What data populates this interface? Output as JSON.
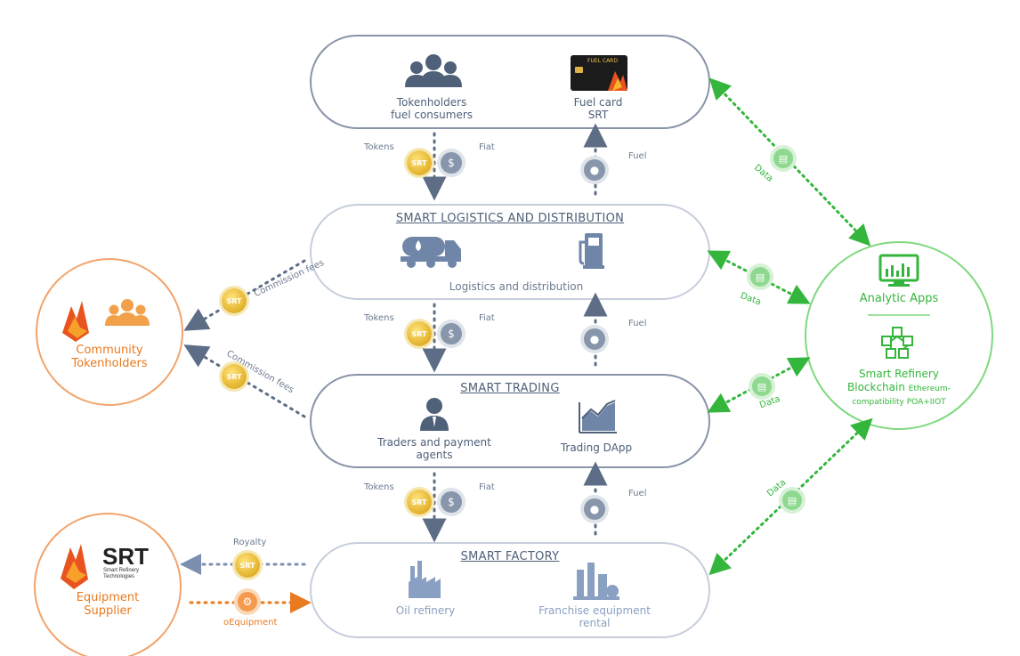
{
  "top_box": {
    "consumers_label_1": "Tokenholders",
    "consumers_label_2": "fuel consumers",
    "card_label_1": "Fuel card",
    "card_label_2": "SRT",
    "card_text": "FUEL CARD"
  },
  "logistics": {
    "title": "SMART LOGISTICS AND DISTRIBUTION",
    "caption": "Logistics and distribution"
  },
  "trading": {
    "title": "SMART TRADING",
    "traders_label_1": "Traders and payment",
    "traders_label_2": "agents",
    "dapp_label": "Trading DApp"
  },
  "factory": {
    "title": "SMART FACTORY",
    "refinery_label": "Oil refinery",
    "franchise_label_1": "Franchise equipment",
    "franchise_label_2": "rental"
  },
  "flows": {
    "tokens": "Tokens",
    "fiat": "Fiat",
    "fuel": "Fuel",
    "coin_text": "SRT",
    "data": "Data",
    "commission": "Commission fees",
    "royalty": "Royalty",
    "oequipment": "oEquipment"
  },
  "community": {
    "label_1": "Community",
    "label_2": "Tokenholders"
  },
  "supplier": {
    "logo_text": "SRT",
    "logo_sub_1": "Smart Refinery",
    "logo_sub_2": "Technologies",
    "label_1": "Equipment",
    "label_2": "Supplier"
  },
  "analytics": {
    "apps_label": "Analytic Apps",
    "chain_label_1": "Smart Refinery",
    "chain_label_2": "Blockchain",
    "chain_label_2b": "Ethereum-",
    "chain_label_3": "compatibility POA+IIOT"
  },
  "colors": {
    "slate": "#4f6079",
    "green": "#34b63c",
    "orange": "#e87a1f",
    "gold": "#e2b12a"
  },
  "icons": [
    "people-icon",
    "fuel-card-icon",
    "tanker-truck-icon",
    "fuel-pump-icon",
    "trader-icon",
    "trading-chart-icon",
    "factory-icon",
    "refinery-icon",
    "flame-icon",
    "monitor-chart-icon",
    "blockchain-cubes-icon",
    "gear-icon",
    "drop-icon",
    "dollar-icon",
    "document-icon"
  ]
}
